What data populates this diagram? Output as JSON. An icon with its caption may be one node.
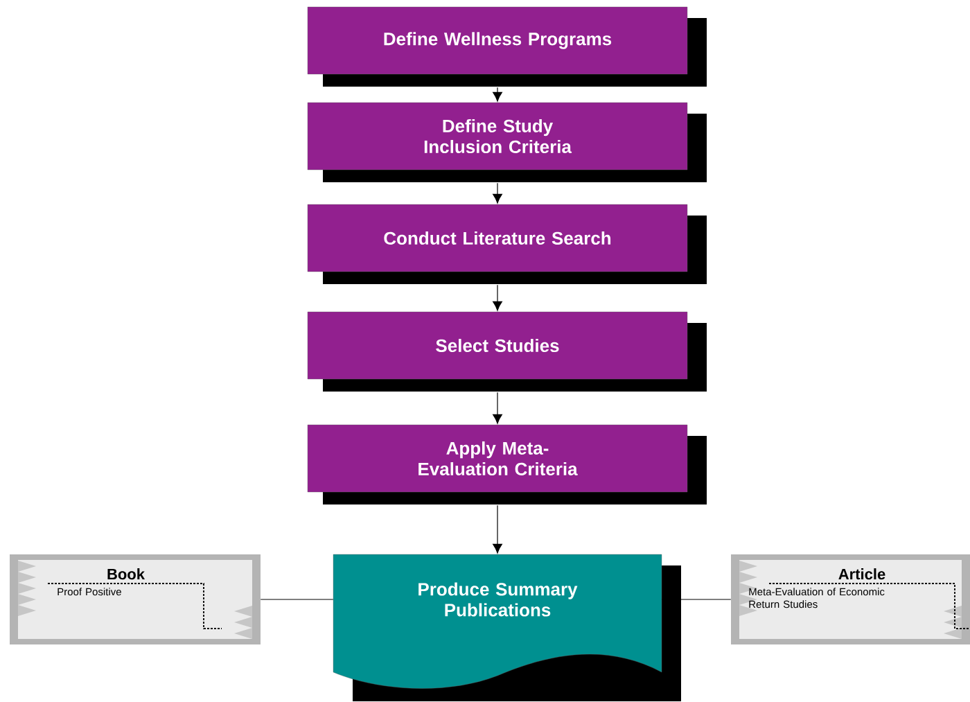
{
  "diagram": {
    "nodes": [
      {
        "text": [
          "Define Wellness Programs"
        ]
      },
      {
        "text": [
          "Define Study Inclusion Criteria"
        ]
      },
      {
        "text": [
          "Conduct Literature Search"
        ]
      },
      {
        "text": [
          "Select Studies"
        ]
      },
      {
        "text": [
          "Apply Meta-Evaluation Criteria"
        ]
      },
      {
        "text": [
          "Produce Summary Publications"
        ]
      },
      {
        "text": [
          "Book",
          "Proof Positive"
        ]
      },
      {
        "text": [
          "Article",
          "Meta-Evaluation of Economic Return Studies"
        ]
      }
    ],
    "edges": [
      {
        "from": 0,
        "to": 1,
        "arrow": "to"
      },
      {
        "from": 1,
        "to": 2,
        "arrow": "to"
      },
      {
        "from": 2,
        "to": 3,
        "arrow": "to"
      },
      {
        "from": 3,
        "to": 4,
        "arrow": "to"
      },
      {
        "from": 4,
        "to": 5,
        "arrow": "to"
      },
      {
        "from": 6,
        "to": 5,
        "arrow": "none"
      },
      {
        "from": 5,
        "to": 7,
        "arrow": "none"
      }
    ]
  }
}
